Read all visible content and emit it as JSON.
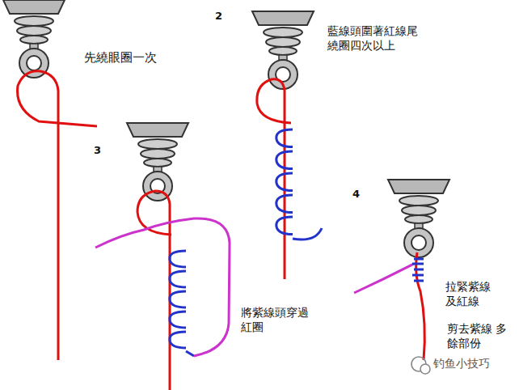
{
  "diagram": {
    "labels": [
      "先繞眼圈一次",
      "2",
      "藍線頭圍著紅線尾 繞圈四次以上",
      "3",
      "將紫線頭穿過 紅圈",
      "4",
      "拉緊紫線 及紅線",
      "剪去紫線 多餘部份",
      "钓鱼小技巧"
    ]
  }
}
